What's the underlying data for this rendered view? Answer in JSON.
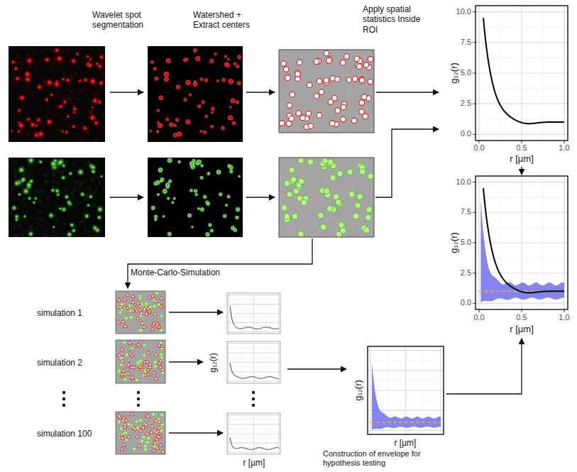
{
  "diagram": {
    "labels": [
      "Wavelet spot segmentation",
      "Watershed + Extract centers",
      "Apply spatial statistics Inside ROI",
      "10.0",
      "7.5",
      "5.0",
      "2.5",
      "0.0",
      "0.0",
      "0.5",
      "1.0",
      "g₁₂(r)",
      "r [µm]",
      "10.0",
      "7.5",
      "5.0",
      "2.5",
      "0.0",
      "0.0",
      "0.5",
      "1.0",
      "g₁₂(r)",
      "r [µm]",
      "Monte-Carlo-Simulation",
      "simulation 1",
      "simulation 2",
      "simulation 100",
      "g₁₂(r)",
      "r [µm]",
      "g₁₂(r)",
      "r [µm]",
      "Construction of envelope for hypothesis testing"
    ]
  }
}
